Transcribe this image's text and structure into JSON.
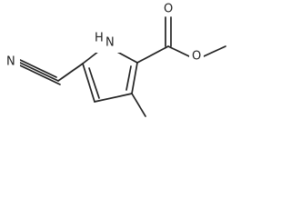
{
  "molecule": {
    "atoms": {
      "n_cyano": "N",
      "nh_ring": "N",
      "h_ring": "H",
      "o_carbonyl": "O",
      "o_ester": "O"
    }
  },
  "colors": {
    "bond": "#222222",
    "background": "#ffffff"
  }
}
